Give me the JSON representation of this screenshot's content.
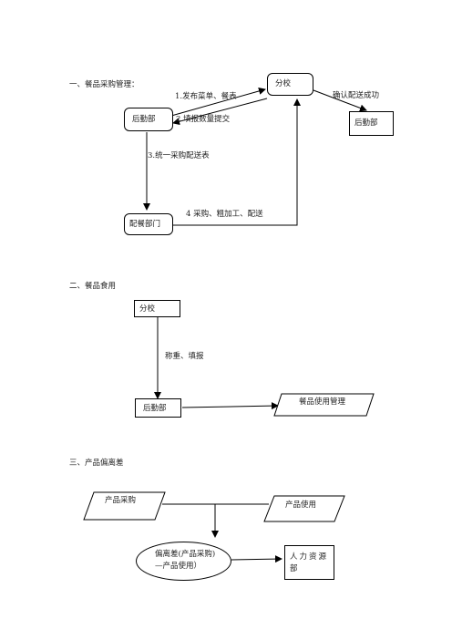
{
  "section1": {
    "heading": "一、餐品采购管理：",
    "school": "分校",
    "logistics_left": "后勤部",
    "logistics_right": "后勤部",
    "catering": "配餐部门",
    "step1": "1.发布菜单、餐表",
    "step2": "2.填报数量提交",
    "step3": "3.统一采购配送表",
    "step4": "4 采购、粗加工、配送",
    "confirm": "确认配送成功"
  },
  "section2": {
    "heading": "二、餐品食用",
    "school": "分校",
    "weigh": "称重、填报",
    "logistics": "后勤部",
    "usage_mgmt": "餐品使用管理"
  },
  "section3": {
    "heading": "三、产品偏离差",
    "purchase": "产品采购",
    "usage": "产品使用",
    "deviation_line1": "偏离差(产品采购)",
    "deviation_line2": "—产品使用）",
    "hr_line1": "人力资源",
    "hr_line2": "部"
  }
}
